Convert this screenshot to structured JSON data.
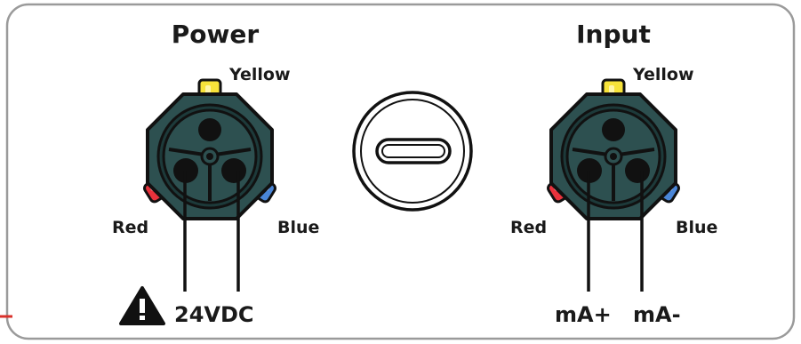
{
  "panel": {
    "power": {
      "title": "Power",
      "wires": {
        "yellow": "Yellow",
        "red": "Red",
        "blue": "Blue"
      },
      "supply_label": "24VDC",
      "warning_icon": "warning-triangle-icon"
    },
    "port": {
      "icon": "usb-c-port-icon"
    },
    "input": {
      "title": "Input",
      "wires": {
        "yellow": "Yellow",
        "red": "Red",
        "blue": "Blue"
      },
      "pin_plus": "mA+",
      "pin_minus": "mA-"
    }
  },
  "colors": {
    "connector_body": "#2d5050",
    "connector_dark": "#111111",
    "wire_yellow": "#f7e33a",
    "wire_red": "#e8323c",
    "wire_blue": "#4a86d8",
    "border": "#9a9a9a",
    "accent_red": "#d9312b"
  }
}
